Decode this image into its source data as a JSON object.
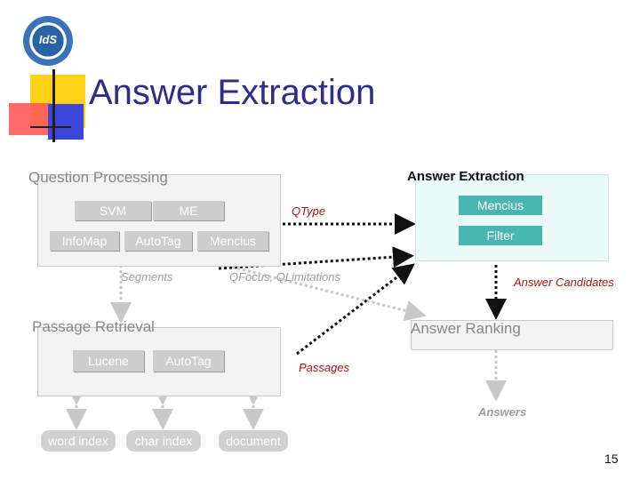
{
  "title": "Answer Extraction",
  "page_number": "15",
  "question_processing": {
    "label": "Question Processing",
    "chips": {
      "svm": "SVM",
      "me": "ME",
      "infomap": "InfoMap",
      "autotag": "AutoTag",
      "mencius": "Mencius"
    }
  },
  "answer_extraction": {
    "label": "Answer Extraction",
    "chips": {
      "mencius": "Mencius",
      "filter": "Filter"
    }
  },
  "passage_retrieval": {
    "label": "Passage Retrieval",
    "chips": {
      "lucene": "Lucene",
      "autotag": "AutoTag"
    }
  },
  "answer_ranking": {
    "label": "Answer Ranking"
  },
  "edges": {
    "qtype": "QType",
    "segments": "Segments",
    "qfocus": "QFocus, QLimitations",
    "answer_candidates": "Answer Candidates",
    "passages": "Passages",
    "answers": "Answers"
  },
  "indexes": {
    "word": "word index",
    "char": "char index",
    "document": "document"
  },
  "logo": {
    "text": "IdS"
  },
  "colors": {
    "title": "#2d2d8a",
    "accent_red": "#b01414",
    "teal": "#49b6b2",
    "deco_yellow": "#ffd21a",
    "deco_blue": "#3c46d8",
    "deco_red": "#ff5a5a"
  }
}
